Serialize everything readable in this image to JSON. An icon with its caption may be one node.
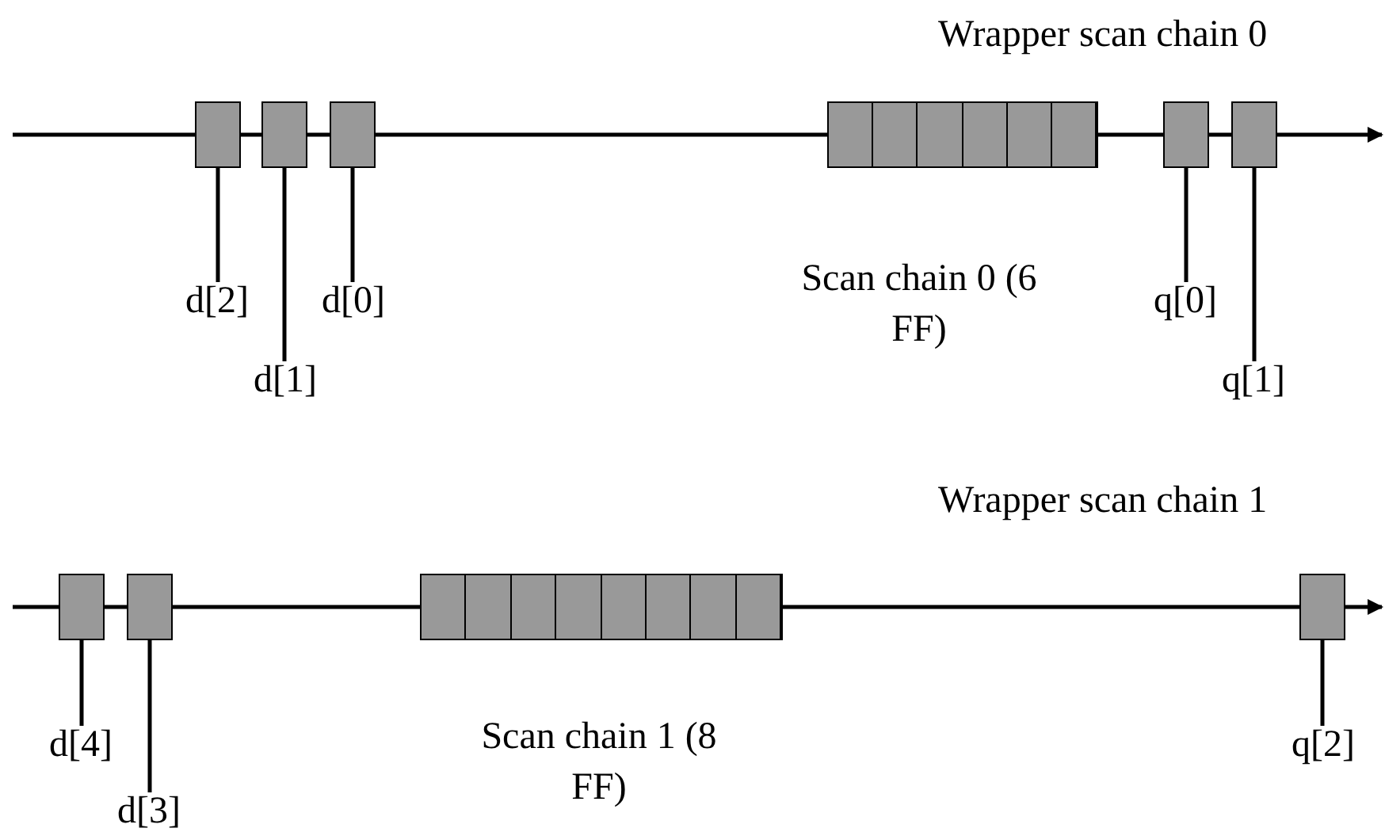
{
  "diagram": {
    "nodes": [
      {
        "text": [],
        "shape": "box"
      },
      {
        "text": [],
        "shape": "box"
      },
      {
        "text": [],
        "shape": "box"
      },
      {
        "text": [],
        "shape": "box",
        "beside": [
          "Scan chain 0 (6 FF)"
        ]
      },
      {
        "text": [],
        "shape": "box",
        "in": 3
      },
      {
        "text": [],
        "shape": "box",
        "in": 3
      },
      {
        "text": [],
        "shape": "box",
        "in": 3
      },
      {
        "text": [],
        "shape": "box",
        "in": 3
      },
      {
        "text": [],
        "shape": "box",
        "in": 3
      },
      {
        "text": [],
        "shape": "box",
        "in": 3
      },
      {
        "text": [],
        "shape": "box"
      },
      {
        "text": [],
        "shape": "box"
      },
      {
        "text": [
          "d[2]"
        ]
      },
      {
        "text": [
          "d[1]"
        ]
      },
      {
        "text": [
          "d[0]"
        ]
      },
      {
        "text": [
          "q[0]"
        ]
      },
      {
        "text": [
          "q[1]"
        ]
      },
      {
        "text": [],
        "shape": "box"
      },
      {
        "text": [],
        "shape": "box"
      },
      {
        "text": [],
        "shape": "box",
        "beside": [
          "Scan chain 1 (8 FF)"
        ]
      },
      {
        "text": [],
        "shape": "box",
        "in": 19
      },
      {
        "text": [],
        "shape": "box",
        "in": 19
      },
      {
        "text": [],
        "shape": "box",
        "in": 19
      },
      {
        "text": [],
        "shape": "box",
        "in": 19
      },
      {
        "text": [],
        "shape": "box",
        "in": 19
      },
      {
        "text": [],
        "shape": "box",
        "in": 19
      },
      {
        "text": [],
        "shape": "box",
        "in": 19
      },
      {
        "text": [],
        "shape": "box",
        "in": 19
      },
      {
        "text": [],
        "shape": "box"
      },
      {
        "text": [
          "d[4]"
        ]
      },
      {
        "text": [
          "d[3]"
        ]
      },
      {
        "text": [
          "q[2]"
        ]
      }
    ],
    "edges": [
      {
        "from": null,
        "to": 0,
        "arrow": "none"
      },
      {
        "from": 0,
        "to": 1,
        "arrow": "none"
      },
      {
        "from": 1,
        "to": 2,
        "arrow": "none"
      },
      {
        "from": 2,
        "to": 3,
        "arrow": "none"
      },
      {
        "from": 3,
        "to": 10,
        "arrow": "none"
      },
      {
        "from": 10,
        "to": 11,
        "arrow": "none"
      },
      {
        "from": 11,
        "to": null,
        "arrow": "to"
      },
      {
        "from": 12,
        "to": 0,
        "arrow": "none"
      },
      {
        "from": 13,
        "to": 1,
        "arrow": "none"
      },
      {
        "from": 14,
        "to": 2,
        "arrow": "none"
      },
      {
        "from": 15,
        "to": 10,
        "arrow": "none"
      },
      {
        "from": 16,
        "to": 11,
        "arrow": "none"
      },
      {
        "from": null,
        "to": 17,
        "arrow": "none"
      },
      {
        "from": 17,
        "to": 18,
        "arrow": "none"
      },
      {
        "from": 18,
        "to": 19,
        "arrow": "none"
      },
      {
        "from": 19,
        "to": 28,
        "arrow": "none"
      },
      {
        "from": 28,
        "to": null,
        "arrow": "to"
      },
      {
        "from": 29,
        "to": 17,
        "arrow": "none"
      },
      {
        "from": 30,
        "to": 18,
        "arrow": "none"
      },
      {
        "from": 31,
        "to": 28,
        "arrow": "none"
      }
    ],
    "labels": [
      "Wrapper scan chain 0",
      "Wrapper scan chain 1"
    ]
  }
}
